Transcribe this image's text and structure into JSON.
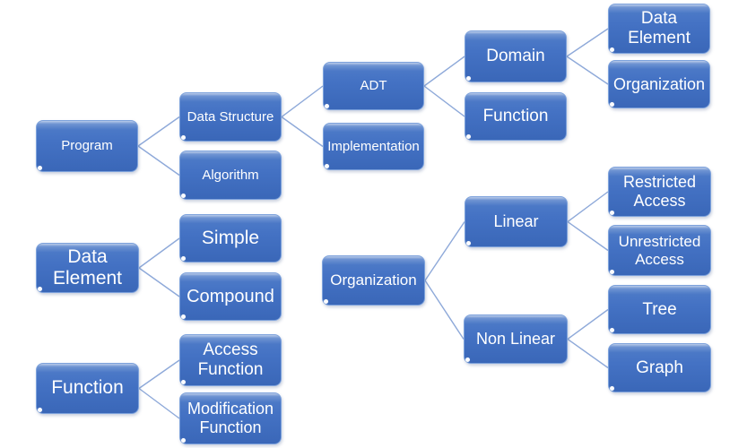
{
  "diagram": {
    "type": "hierarchy",
    "nodes": {
      "program": {
        "label": "Program"
      },
      "data_structure": {
        "label": "Data Structure"
      },
      "algorithm": {
        "label": "Algorithm"
      },
      "adt": {
        "label": "ADT"
      },
      "implementation": {
        "label": "Implementation"
      },
      "domain": {
        "label": "Domain"
      },
      "function_adt": {
        "label": "Function"
      },
      "data_element_top": {
        "label": "Data\nElement"
      },
      "organization_top": {
        "label": "Organization"
      },
      "data_element": {
        "label": "Data\nElement"
      },
      "simple": {
        "label": "Simple"
      },
      "compound": {
        "label": "Compound"
      },
      "function": {
        "label": "Function"
      },
      "access_function": {
        "label": "Access\nFunction"
      },
      "modification_function": {
        "label": "Modification\nFunction"
      },
      "organization": {
        "label": "Organization"
      },
      "linear": {
        "label": "Linear"
      },
      "non_linear": {
        "label": "Non Linear"
      },
      "restricted_access": {
        "label": "Restricted\nAccess"
      },
      "unrestricted_access": {
        "label": "Unrestricted\nAccess"
      },
      "tree": {
        "label": "Tree"
      },
      "graph": {
        "label": "Graph"
      }
    },
    "edges": [
      {
        "from": "program",
        "to": "data_structure"
      },
      {
        "from": "program",
        "to": "algorithm"
      },
      {
        "from": "data_structure",
        "to": "adt"
      },
      {
        "from": "data_structure",
        "to": "implementation"
      },
      {
        "from": "adt",
        "to": "domain"
      },
      {
        "from": "adt",
        "to": "function_adt"
      },
      {
        "from": "domain",
        "to": "data_element_top"
      },
      {
        "from": "domain",
        "to": "organization_top"
      },
      {
        "from": "data_element",
        "to": "simple"
      },
      {
        "from": "data_element",
        "to": "compound"
      },
      {
        "from": "function",
        "to": "access_function"
      },
      {
        "from": "function",
        "to": "modification_function"
      },
      {
        "from": "organization",
        "to": "linear"
      },
      {
        "from": "organization",
        "to": "non_linear"
      },
      {
        "from": "linear",
        "to": "restricted_access"
      },
      {
        "from": "linear",
        "to": "unrestricted_access"
      },
      {
        "from": "non_linear",
        "to": "tree"
      },
      {
        "from": "non_linear",
        "to": "graph"
      }
    ],
    "colors": {
      "node_fill": "#4472c4",
      "node_fill_dark": "#3a67b8",
      "node_border": "#7da2dc",
      "connector": "#8ea9d9",
      "text": "#ffffff",
      "background": "#ffffff"
    }
  }
}
